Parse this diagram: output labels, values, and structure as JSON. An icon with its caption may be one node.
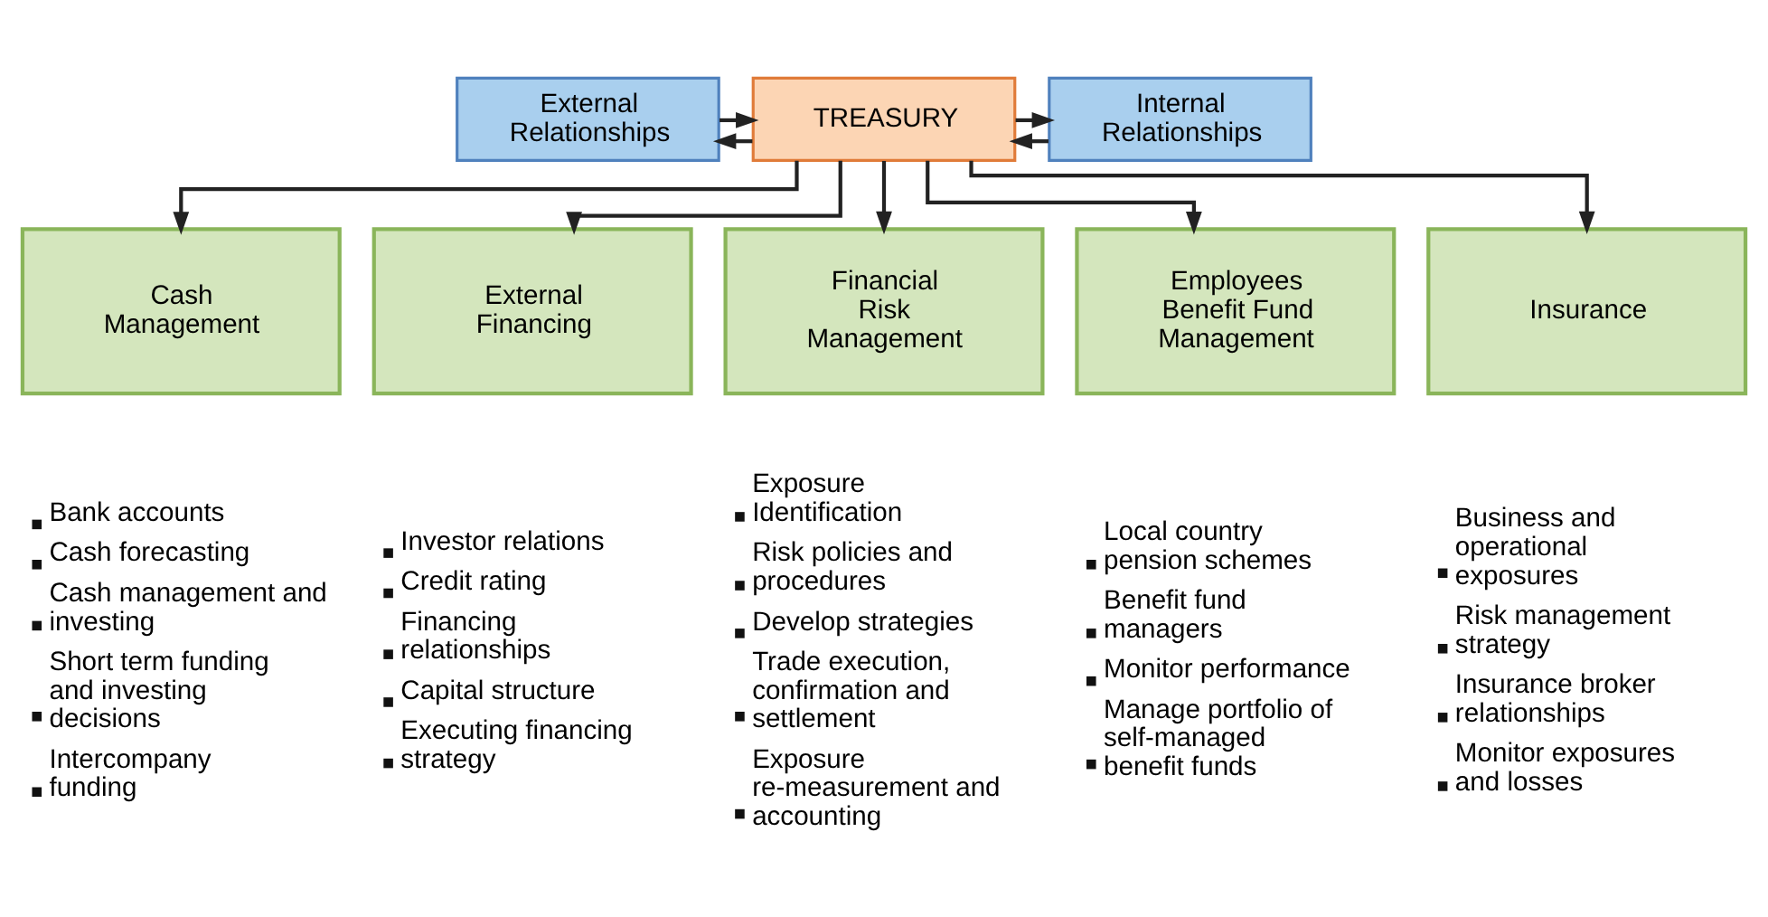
{
  "diagram": {
    "nodes": [
      {
        "text": [
          "External Relationships"
        ]
      },
      {
        "text": [
          "TREASURY"
        ]
      },
      {
        "text": [
          "Internal Relationships"
        ]
      },
      {
        "text": [
          "Cash Management"
        ],
        "beside": [
          "Bank accounts",
          "Cash forecasting",
          "Cash management and investing",
          "Short term funding and investing decisions",
          "Intercompany funding"
        ]
      },
      {
        "text": [
          "External Financing"
        ],
        "beside": [
          "Investor relations",
          "Credit rating",
          "Financing relationships",
          "Capital structure",
          "Executing financing strategy"
        ]
      },
      {
        "text": [
          "Financial Risk Management"
        ],
        "beside": [
          "Exposure Identification",
          "Risk policies and procedures",
          "Develop strategies",
          "Trade execution, confirmation and settlement",
          "Exposure re-measurement and accounting"
        ]
      },
      {
        "text": [
          "Employees Benefit Fund Management"
        ],
        "beside": [
          "Local country pension schemes",
          "Benefit fund managers",
          "Monitor performance",
          "Manage portfolio of self-managed benefit funds"
        ]
      },
      {
        "text": [
          "Insurance"
        ],
        "beside": [
          "Business and operational exposures",
          "Risk management strategy",
          "Insurance broker relationships",
          "Monitor exposures and losses"
        ]
      }
    ],
    "edges": [
      {
        "from": 1,
        "to": 0,
        "arrow": "to"
      },
      {
        "from": 0,
        "to": 1,
        "arrow": "to"
      },
      {
        "from": 2,
        "to": 1,
        "arrow": "to"
      },
      {
        "from": 1,
        "to": 2,
        "arrow": "to"
      },
      {
        "from": 1,
        "to": 3,
        "arrow": "to"
      },
      {
        "from": 1,
        "to": 4,
        "arrow": "to"
      },
      {
        "from": 1,
        "to": 5,
        "arrow": "to"
      },
      {
        "from": 1,
        "to": 6,
        "arrow": "to"
      },
      {
        "from": 1,
        "to": 7,
        "arrow": "to"
      }
    ]
  }
}
